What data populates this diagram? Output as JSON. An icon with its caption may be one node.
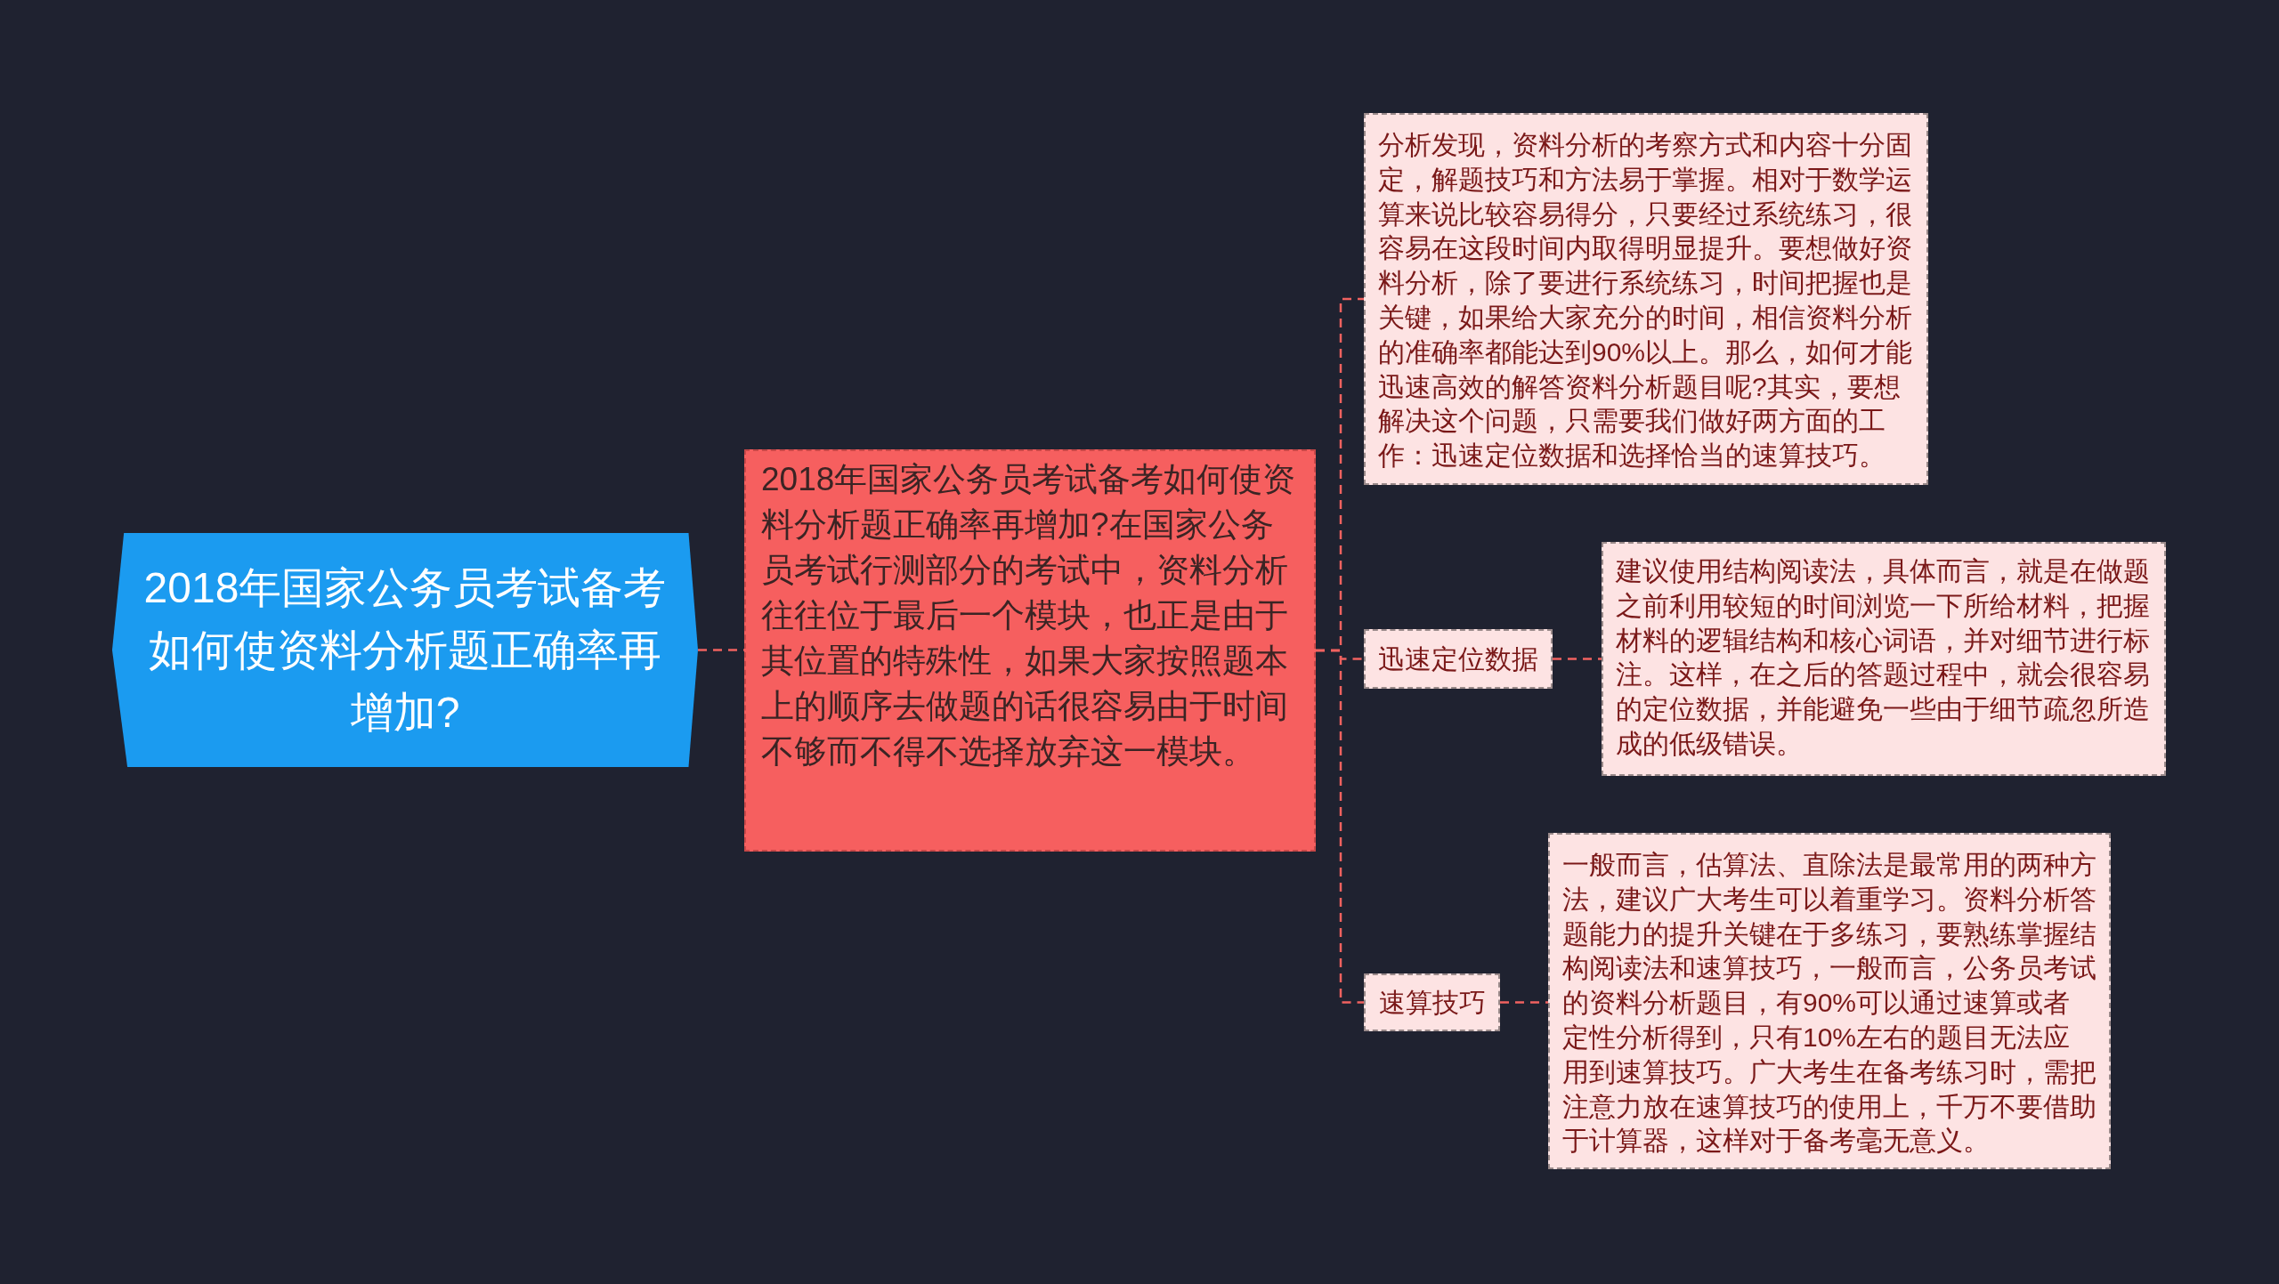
{
  "diagram": {
    "nodes": [
      {
        "text": [
          "2018年国家公务员考试备考如何使资料分析题正确率再增加?"
        ]
      },
      {
        "text": [
          "2018年国家公务员考试备考如何使资料分析题正确率再增加?在国家公务员考试行测部分的考试中，资料分析往往位于最后一个模块，也正是由于其位置的特殊性，如果大家按照题本上的顺序去做题的话很容易由于时间不够而不得不选择放弃这一模块。"
        ]
      },
      {
        "text": [
          "分析发现，资料分析的考察方式和内容十分固定，解题技巧和方法易于掌握。相对于数学运算来说比较容易得分，只要经过系统练习，很容易在这段时间内取得明显提升。要想做好资料分析，除了要进行系统练习，时间把握也是关键，如果给大家充分的时间，相信资料分析的准确率都能达到90%以上。那么，如何才能迅速高效的解答资料分析题目呢?其实，要想解决这个问题，只需要我们做好两方面的工作：迅速定位数据和选择恰当的速算技巧。"
        ]
      },
      {
        "text": [
          "迅速定位数据"
        ]
      },
      {
        "text": [
          "建议使用结构阅读法，具体而言，就是在做题之前利用较短的时间浏览一下所给材料，把握材料的逻辑结构和核心词语，并对细节进行标注。这样，在之后的答题过程中，就会很容易的定位数据，并能避免一些由于细节疏忽所造成的低级错误。"
        ]
      },
      {
        "text": [
          "速算技巧"
        ]
      },
      {
        "text": [
          "一般而言，估算法、直除法是最常用的两种方法，建议广大考生可以着重学习。资料分析答题能力的提升关键在于多练习，要熟练掌握结构阅读法和速算技巧，一般而言，公务员考试的资料分析题目，有90%可以通过速算或者定性分析得到，只有10%左右的题目无法应用到速算技巧。广大考生在备考练习时，需把注意力放在速算技巧的使用上，千万不要借助于计算器，这样对于备考毫无意义。"
        ]
      }
    ],
    "edges": [
      {
        "from": 0,
        "to": 1,
        "arrow": "none",
        "style": "dashed"
      },
      {
        "from": 1,
        "to": 2,
        "arrow": "none",
        "style": "dashed"
      },
      {
        "from": 1,
        "to": 3,
        "arrow": "none",
        "style": "dashed"
      },
      {
        "from": 3,
        "to": 4,
        "arrow": "none",
        "style": "dashed"
      },
      {
        "from": 1,
        "to": 5,
        "arrow": "none",
        "style": "dashed"
      },
      {
        "from": 5,
        "to": 6,
        "arrow": "none",
        "style": "dashed"
      }
    ]
  }
}
